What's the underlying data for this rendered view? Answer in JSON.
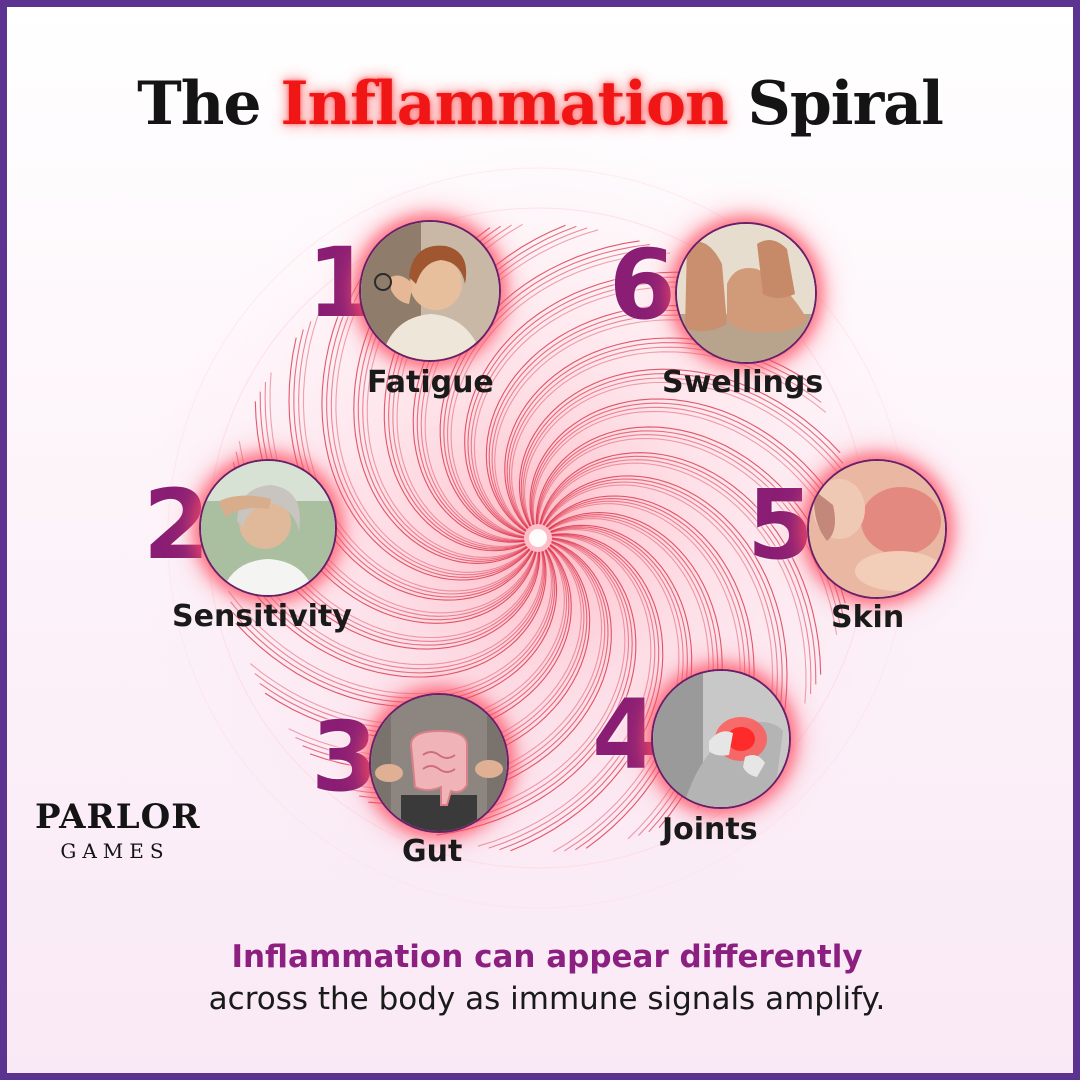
{
  "title": {
    "before": "The",
    "highlight": "Inflammation",
    "after": "Spiral"
  },
  "items": [
    {
      "number": "1",
      "label": "Fatigue",
      "icon": "tired-woman-photo"
    },
    {
      "number": "2",
      "label": "Sensitivity",
      "icon": "woman-forehead-photo"
    },
    {
      "number": "3",
      "label": "Gut",
      "icon": "intestine-photo"
    },
    {
      "number": "4",
      "label": "Joints",
      "icon": "knee-pain-photo"
    },
    {
      "number": "5",
      "label": "Skin",
      "icon": "red-skin-photo"
    },
    {
      "number": "6",
      "label": "Swellings",
      "icon": "swollen-feet-photo"
    }
  ],
  "logo": {
    "top": "PARLOR",
    "bottom": "GAMES"
  },
  "footer": {
    "line1": "Inflammation can appear differently",
    "line2": "across the body as immune signals amplify."
  },
  "colors": {
    "accent_red": "#f01616",
    "number_purple": "#8a1e74",
    "footer_purple": "#8b2080",
    "frame": "#5d3391",
    "spiral": "#d8243c"
  }
}
